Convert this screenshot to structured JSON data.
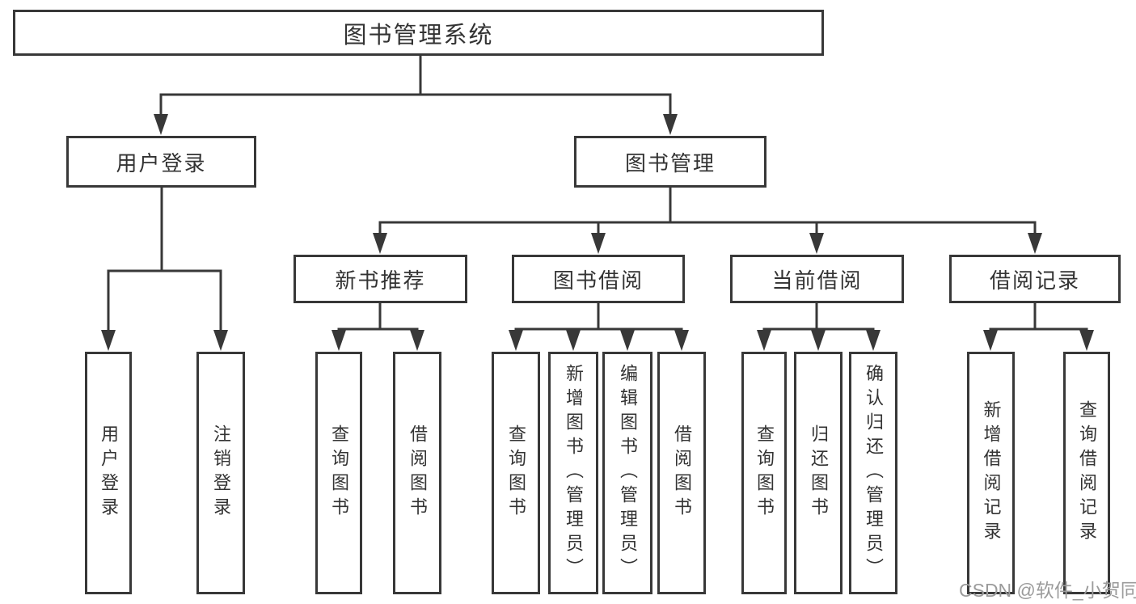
{
  "colors": {
    "line": "#383838",
    "text": "#333333",
    "box_bg": "#ffffff",
    "watermark": "#9b9b9b",
    "page_bg": "#ffffff"
  },
  "watermark": {
    "text": "CSDN @软件_小贺同学"
  },
  "tree": {
    "root": {
      "label": "图书管理系统"
    },
    "user_login": {
      "label": "用户登录",
      "children": [
        {
          "label": "用户登录"
        },
        {
          "label": "注销登录"
        }
      ]
    },
    "book_mgmt": {
      "label": "图书管理"
    },
    "new_book": {
      "label": "新书推荐",
      "children": [
        {
          "label": "查询图书"
        },
        {
          "label": "借阅图书"
        }
      ]
    },
    "book_borrow": {
      "label": "图书借阅",
      "children": [
        {
          "label": "查询图书"
        },
        {
          "label": "新增图书（管理员）"
        },
        {
          "label": "编辑图书（管理员）"
        },
        {
          "label": "借阅图书"
        }
      ]
    },
    "current_borrow": {
      "label": "当前借阅",
      "children": [
        {
          "label": "查询图书"
        },
        {
          "label": "归还图书"
        },
        {
          "label": "确认归还（管理员）"
        }
      ]
    },
    "borrow_record": {
      "label": "借阅记录",
      "children": [
        {
          "label": "新增借阅记录"
        },
        {
          "label": "查询借阅记录"
        }
      ]
    }
  }
}
